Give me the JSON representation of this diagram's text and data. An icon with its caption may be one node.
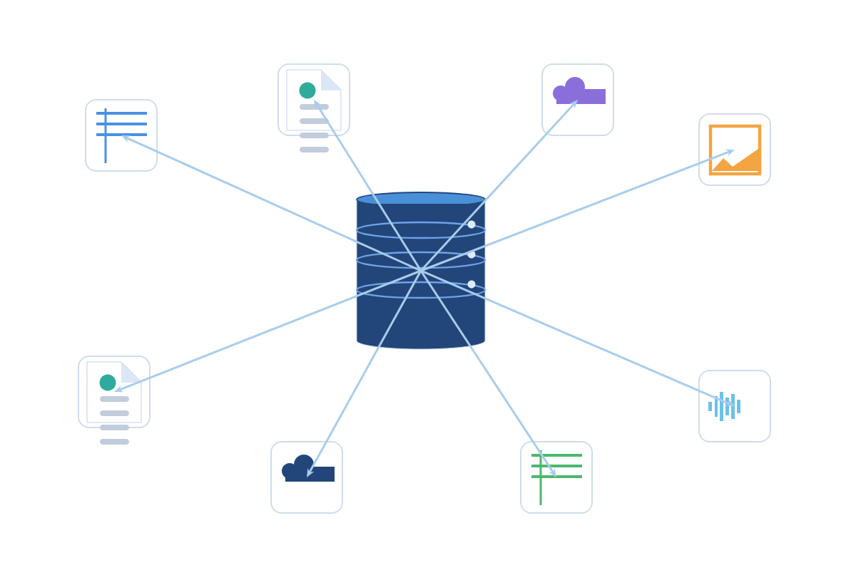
{
  "diagram": {
    "nodes": [
      {
        "text": [],
        "shape": "picture"
      },
      {
        "text": [],
        "shape": "picture"
      },
      {
        "text": [],
        "shape": "picture"
      },
      {
        "text": [],
        "shape": "picture"
      },
      {
        "text": [],
        "shape": "cylinder"
      },
      {
        "text": [],
        "shape": "picture"
      },
      {
        "text": [],
        "shape": "picture"
      },
      {
        "text": [],
        "shape": "picture"
      },
      {
        "text": [],
        "shape": "picture"
      }
    ],
    "edges": [
      {
        "from": 4,
        "to": 0,
        "arrow": "to"
      },
      {
        "from": 4,
        "to": 1,
        "arrow": "to"
      },
      {
        "from": 4,
        "to": 2,
        "arrow": "to"
      },
      {
        "from": 4,
        "to": 3,
        "arrow": "to"
      },
      {
        "from": 4,
        "to": 5,
        "arrow": "to"
      },
      {
        "from": 4,
        "to": 6,
        "arrow": "to"
      },
      {
        "from": 4,
        "to": 7,
        "arrow": "to"
      },
      {
        "from": 4,
        "to": 8,
        "arrow": "to"
      }
    ]
  }
}
